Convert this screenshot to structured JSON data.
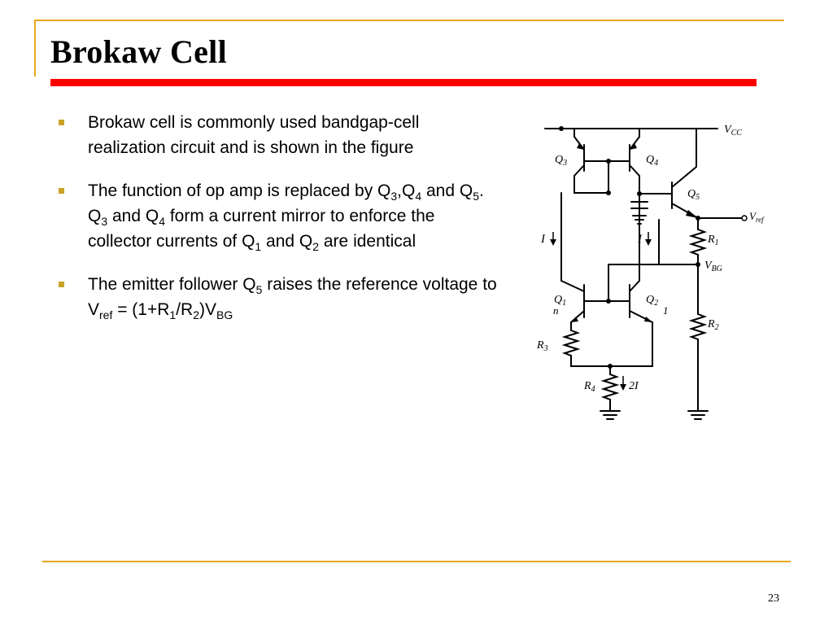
{
  "slide": {
    "title": "Brokaw Cell",
    "page_number": "23",
    "colors": {
      "frame": "#E8A81E",
      "title_bar": "#FF0000",
      "bullet": "#C9A227"
    }
  },
  "bullets": [
    {
      "text": "Brokaw cell is commonly used bandgap-cell realization circuit and is shown in the figure"
    },
    {
      "p1": "The function of op amp is replaced by Q",
      "s1": "3",
      "p2": ",Q",
      "s2": "4",
      "p3": " and Q",
      "s3": "5",
      "p4": ". Q",
      "s4": "3",
      "p5": " and Q",
      "s5": "4",
      "p6": " form a current mirror to enforce the collector currents of Q",
      "s6": "1",
      "p7": " and Q",
      "s7": "2",
      "p8": " are identical"
    },
    {
      "p1": "The emitter follower Q",
      "s1": "5",
      "p2": " raises the reference voltage to V",
      "s2": "ref",
      "p3": " = (1+R",
      "s3": "1",
      "p4": "/R",
      "s4": "2",
      "p5": ")V",
      "s5": "BG"
    }
  ],
  "circuit": {
    "vcc": {
      "main": "V",
      "sub": "CC"
    },
    "vref": {
      "main": "V",
      "sub": "ref"
    },
    "vbg": {
      "main": "V",
      "sub": "BG"
    },
    "q3": {
      "main": "Q",
      "sub": "3"
    },
    "q4": {
      "main": "Q",
      "sub": "4"
    },
    "q5": {
      "main": "Q",
      "sub": "5"
    },
    "q1": {
      "main": "Q",
      "sub": "1"
    },
    "q2": {
      "main": "Q",
      "sub": "2"
    },
    "r1": {
      "main": "R",
      "sub": "1"
    },
    "r2": {
      "main": "R",
      "sub": "2"
    },
    "r3": {
      "main": "R",
      "sub": "3"
    },
    "r4": {
      "main": "R",
      "sub": "4"
    },
    "i_left": "I",
    "i_right": "I",
    "two_i": "2I",
    "n_label": "n",
    "one_label": "1"
  }
}
